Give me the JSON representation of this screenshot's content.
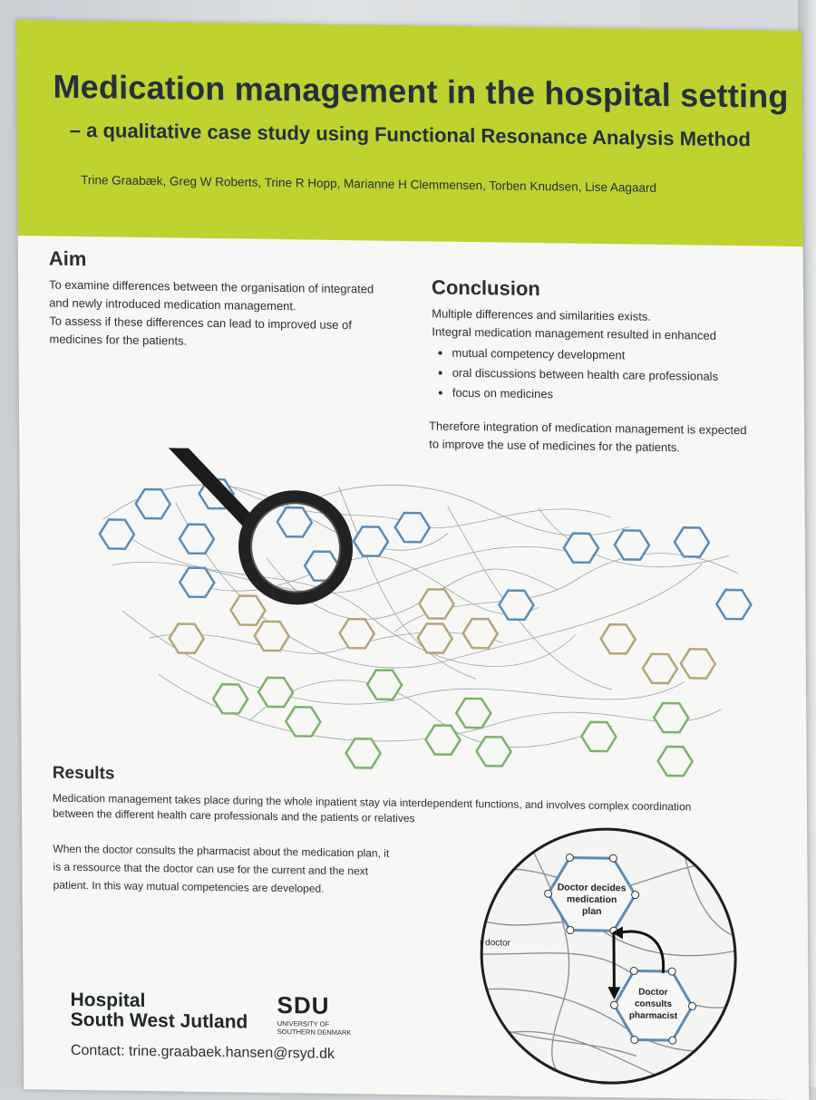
{
  "poster": {
    "title": "Medication management in the hospital setting",
    "subtitle": "– a qualitative case study using Functional Resonance Analysis Method",
    "authors": "Trine Graabæk, Greg W Roberts, Trine R Hopp, Marianne H Clemmensen, Torben Knudsen, Lise Aagaard",
    "aim": {
      "heading": "Aim",
      "line1": "To examine differences between the organisation of integrated",
      "line2": "and newly introduced medication management.",
      "line3": "To assess if these differences can lead to improved use of",
      "line4": "medicines for the patients."
    },
    "conclusion": {
      "heading": "Conclusion",
      "line1": "Multiple differences and similarities exists.",
      "line2": "Integral medication management resulted in enhanced",
      "bullets": [
        "mutual competency development",
        "oral discussions between health care professionals",
        "focus on medicines"
      ],
      "closing1": "Therefore integration of medication management is expected",
      "closing2": "to improve the use of medicines for the patients."
    },
    "results": {
      "heading": "Results",
      "line1": "Medication management takes place during the whole inpatient stay via interdependent functions, and involves complex coordination",
      "line2": "between the different health care professionals and the patients or relatives",
      "detail1": "When the doctor consults the pharmacist about the medication plan, it",
      "detail2": "is a ressource that the doctor can use for the current and the next",
      "detail3": "patient. In this way mutual competencies are developed."
    },
    "zoom": {
      "node1": [
        "Doctor decides",
        "medication",
        "plan"
      ],
      "node2": [
        "Doctor",
        "consults",
        "pharmacist"
      ],
      "side_label": "r doctor"
    },
    "footer": {
      "hospital_line1": "Hospital",
      "hospital_line2": "South West Jutland",
      "sdu_name": "SDU",
      "sdu_sub1": "UNIVERSITY OF",
      "sdu_sub2": "SOUTHERN DENMARK",
      "contact": "Contact: trine.graabaek.hansen@rsyd.dk"
    },
    "colors": {
      "header_green": "#bfd230",
      "node_green": "#7bb368",
      "node_blue": "#5b8cb5",
      "node_tan": "#b5a577"
    }
  }
}
